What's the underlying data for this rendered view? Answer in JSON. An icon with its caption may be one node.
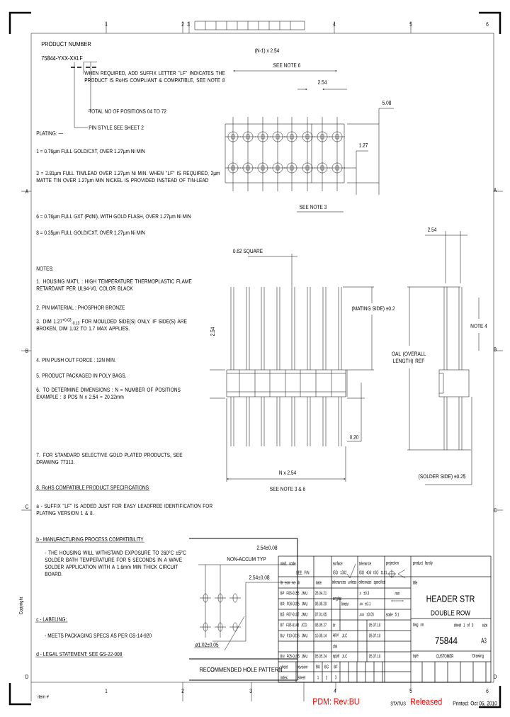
{
  "diagram": {
    "nodes": [
      {
        "text": [
          "75844-YXX-XXLF"
        ]
      },
      {
        "text": [
          "WHEN REQUIRED, ADD SUFFIX LETTER \"LF\" INDICATES THE PRODUCT IS RoHS COMPLIANT & COMPATIBLE, SEE NOTE 8"
        ]
      },
      {
        "text": [
          "TOTAL NO OF POSITIONS 04 TO 72"
        ]
      },
      {
        "text": [
          "PIN STYLE SEE SHEET 2"
        ]
      }
    ],
    "edges": [
      {
        "from": 0,
        "to": 1,
        "arrow": "none"
      },
      {
        "from": 0,
        "to": 2,
        "arrow": "none"
      },
      {
        "from": 0,
        "to": 3,
        "arrow": "none"
      }
    ],
    "labels": [
      "PRODUCT NUMBER",
      "PLATING: —",
      "1 = 0.76µm FULL GOLD/CXT, OVER 1.27µm Ni MIN",
      "3 = 3.81µm FULL TIN/LEAD OVER 1.27µm Ni MIN. WHEN \"LF\" IS REQUIRED, 2µm MATTE TIN OVER 1.27µm MIN NICKEL IS PROVIDED INSTEAD OF TIN-LEAD",
      "6 = 0.76µm FULL GXT (PdNi), WITH GOLD FLASH, OVER 1.27µm Ni MIN",
      "8 = 0.35µm FULL GOLD/CXT, OVER 1.27µm Ni MIN",
      "(N-1) x 2.54",
      "SEE NOTE 6",
      "2.54",
      "5.08",
      "1.27",
      "SEE NOTE 3",
      "2.54",
      "0.62 SQUARE",
      "(MATING SIDE) ±0.2",
      "NOTE 4",
      "2.54",
      "OAL (OVERALL LENGTH) REF",
      "0.20",
      "N x 2.54",
      "SEE NOTE 3 & 6",
      "(SOLDER SIDE) ±0.25",
      "NOTES:",
      "1. HOUSING MAT'L : HIGH TEMPERATURE THERMOPLASTIC FLAME RETARDANT PER UL94-V0, COLOR BLACK",
      "2. PIN MATERIAL : PHOSPHOR BRONZE",
      "3. DIM 1.27$^{+0.03}$$_{-0.13}$ FOR MOULDED SIDE(S) ONLY. IF SIDE(S) ARE BROKEN, DIM 1.02 TO 1.7 MAX APPLIES.",
      "4. PIN PUSH OUT FORCE : 12N MIN.",
      "5. PRODUCT PACKAGED IN POLY BAGS.",
      "6. TO DETERMINE DIMENSIONS : N = NUMBER OF POSITIONS EXAMPLE : 8 POS N x 2.54 = 20.32mm",
      "7. FOR STANDARD SELECTIVE GOLD PLATED PRODUCTS, SEE DRAWING 77313.",
      "8. RoHS COMPATIBLE PRODUCT SPECIFICATIONS",
      "a - SUFFIX \"LF\" IS ADDED JUST FOR EASY LEADFREE IDENTIFICATION FOR PLATING VERSION 1 & 8.",
      "b - MANUFACTURING PROCESS COMPATIBILITY",
      "- THE HOUSING WILL WITHSTAND EXPOSURE TO 260°C ±5°C SOLDER BATH TEMPERATURE FOR 5 SECONDS IN A WAVE SOLDER APPLICATION WITH A 1.6mm MIN THICK CIRCUIT BOARD.",
      "c - LABELING:",
      "- MEETS PACKAGING SPECS AS PER GS-14-920",
      "d - LEGAL STATEMENT: SEE GS-22-008",
      "2.54±0.08",
      "NON-ACCUM TYP",
      "2.54±0.08",
      "ø1.02±0.05",
      "RECOMMENDED HOLE PATTERN",
      "matl. code",
      "SEE F/N",
      "surface",
      "ISO 1302",
      "tolerance",
      "ISO 406 ISO 1101",
      "projection",
      "product family",
      "ltr ecn no dr",
      "date",
      "tolerances unless otherwise specified",
      "BP F06-0155 JMU",
      "28.04.21",
      "BR F06-0195 JMU",
      "08.08.20",
      "BS F07-0102 JMU",
      "07.01.05",
      "BT F08-0148 JCD",
      "08.05.27",
      "BU F10-0215 JMU",
      "10.09.14",
      "BN F05-0186 JMU",
      "05.05.24",
      "angles",
      "linear",
      ".x ±0.3",
      ".xx ±0.1",
      ".xxx ±0.05",
      "mm",
      "scale 5:1",
      "title",
      "HEADER STR",
      "DOUBLE ROW",
      "dr",
      "05.07.10",
      "appr",
      "JLC",
      "05.07.10",
      "chk",
      "appd",
      "JLC",
      "05.07.10",
      "dwg no",
      "sheet 1 of 3",
      "size",
      "75844",
      "A3",
      "type",
      "CUSTOMER",
      "Drawing",
      "sheet",
      "revision",
      "BU",
      "BG",
      "BF",
      "index",
      "sheet",
      "1",
      "2",
      "3",
      "PDM: Rev:BU",
      "STATUS",
      "Released",
      "Printed: Oct 05, 2010",
      "1",
      "2",
      "3",
      "4",
      "5",
      "6",
      "1",
      "2",
      "3",
      "4",
      "5",
      "6",
      "A",
      "B",
      "C",
      "D",
      "A",
      "B",
      "C",
      "D",
      "Copyright",
      "item #"
    ]
  }
}
